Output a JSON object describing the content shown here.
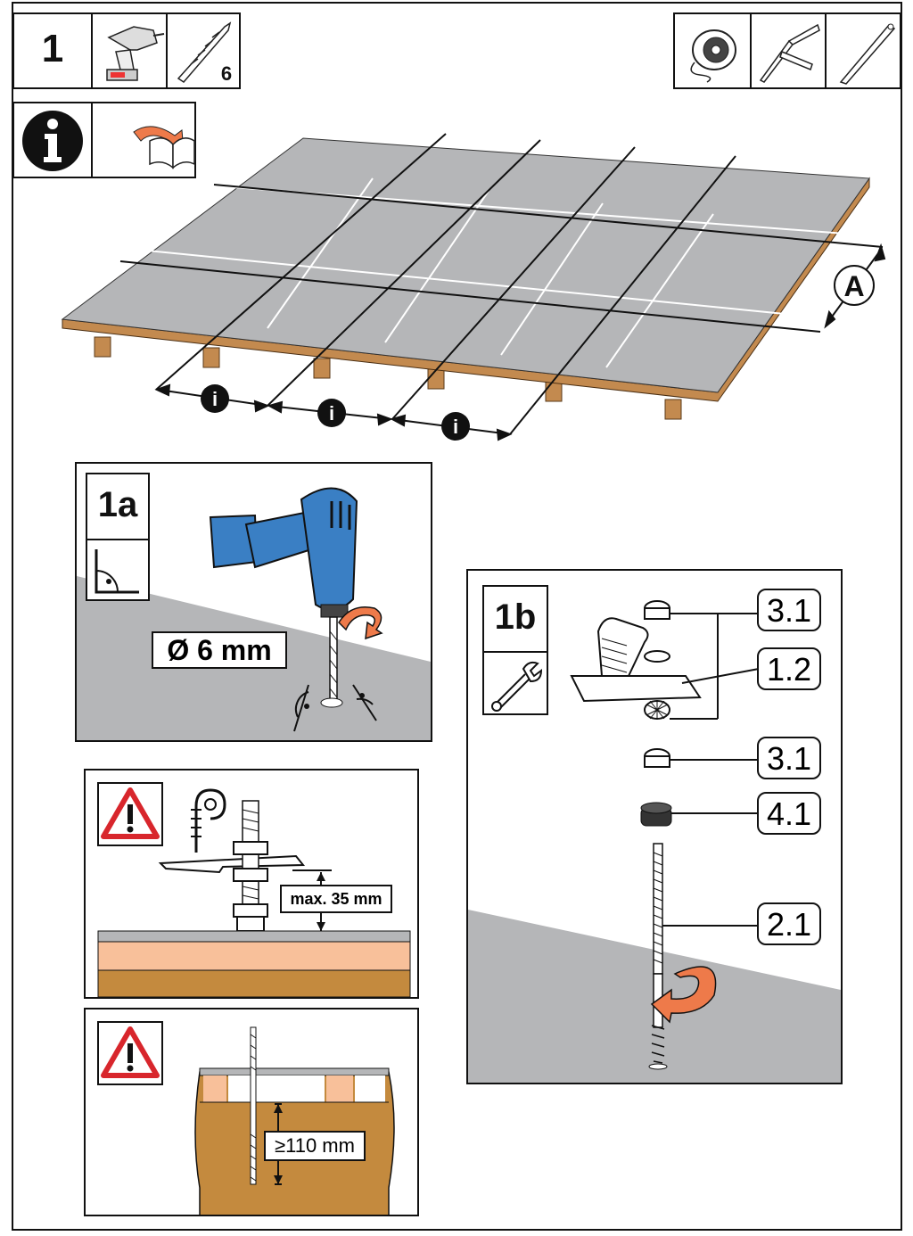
{
  "header": {
    "step_number": "1",
    "drill_bit_size": "6",
    "tools_right": [
      "wire-spool-icon",
      "folding-rule-icon",
      "pencil-icon"
    ],
    "info_icon": "info-icon",
    "manual_icon": "read-manual-icon"
  },
  "roof": {
    "dimension_label": "A",
    "spacing_marker": "i"
  },
  "panel_1a": {
    "label": "1a",
    "diameter_label": "Ø 6 mm",
    "icons": [
      "right-angle-icon",
      "drill-icon",
      "rotation-arrow-icon"
    ]
  },
  "panel_1b": {
    "label": "1b",
    "icon": "wrench-icon",
    "callouts": [
      "3.1",
      "1.2",
      "3.1",
      "4.1",
      "2.1"
    ]
  },
  "warning_1": {
    "icon": "warning-icon",
    "max_label": "max. 35 mm"
  },
  "warning_2": {
    "icon": "warning-icon",
    "min_label": "≥110 mm"
  },
  "colors": {
    "roof_gray": "#b5b6b8",
    "wood": "#c38a4f",
    "drill_blue": "#3a7fc4",
    "arrow_orange": "#ee7a4a",
    "insulation": "#f8c09a",
    "timber": "#c48a3e",
    "warning_red": "#d8262c"
  }
}
